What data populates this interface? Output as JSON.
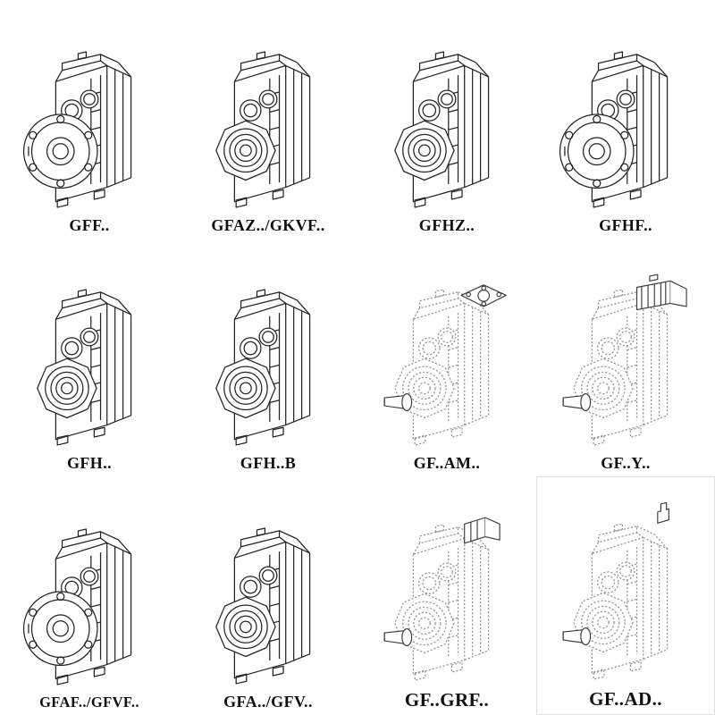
{
  "page": {
    "background": "#ffffff",
    "line_color": "#242424",
    "dashed_line_color": "#949494"
  },
  "figures": [
    {
      "label": "GFF..",
      "variant": "solid-flange"
    },
    {
      "label": "GFAZ../GKVF..",
      "variant": "solid-hollow"
    },
    {
      "label": "GFHZ..",
      "variant": "solid-hollow"
    },
    {
      "label": "GFHF..",
      "variant": "solid-flange"
    },
    {
      "label": "GFH..",
      "variant": "solid-hollow"
    },
    {
      "label": "GFH..B",
      "variant": "solid-hollow"
    },
    {
      "label": "GF..AM..",
      "variant": "dashed-flange-input"
    },
    {
      "label": "GF..Y..",
      "variant": "dashed-motor"
    },
    {
      "label": "GFAF../GFVF..",
      "variant": "solid-flange"
    },
    {
      "label": "GFA../GFV..",
      "variant": "solid-hollow"
    },
    {
      "label": "GF..GRF..",
      "variant": "dashed-adapter"
    },
    {
      "label": "GF..AD..",
      "variant": "dashed-shaft-input"
    }
  ]
}
